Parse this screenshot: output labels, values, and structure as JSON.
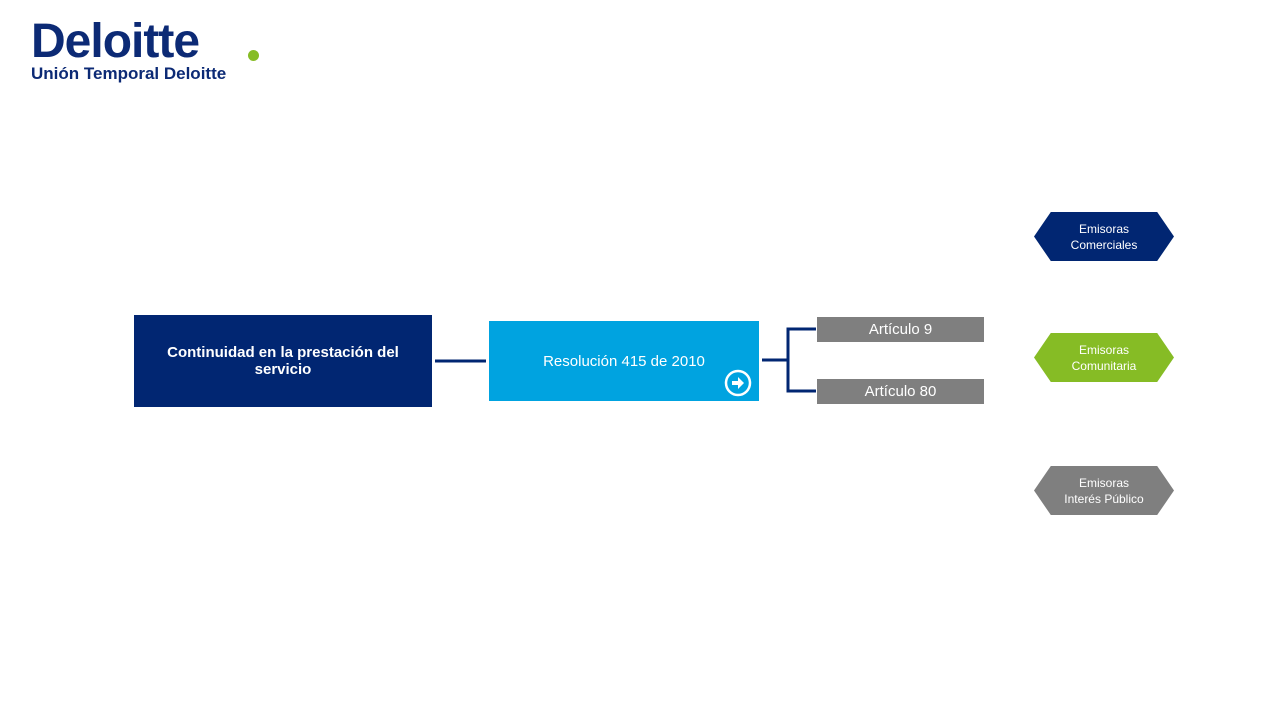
{
  "header": {
    "logo_text": "Deloitte",
    "subtitle": "Unión Temporal Deloitte"
  },
  "diagram": {
    "main_box": "Continuidad en la prestación del servicio",
    "resolution_box": "Resolución 415 de 2010",
    "articles": [
      "Artículo 9",
      "Artículo 80"
    ],
    "categories": [
      {
        "line1": "Emisoras",
        "line2": "Comerciales"
      },
      {
        "line1": "Emisoras",
        "line2": "Comunitaria"
      },
      {
        "line1": "Emisoras",
        "line2": "Interés Público"
      }
    ]
  },
  "colors": {
    "navy": "#012672",
    "blue": "#00a3e0",
    "green": "#86bc25",
    "gray": "#7f7f7f"
  }
}
